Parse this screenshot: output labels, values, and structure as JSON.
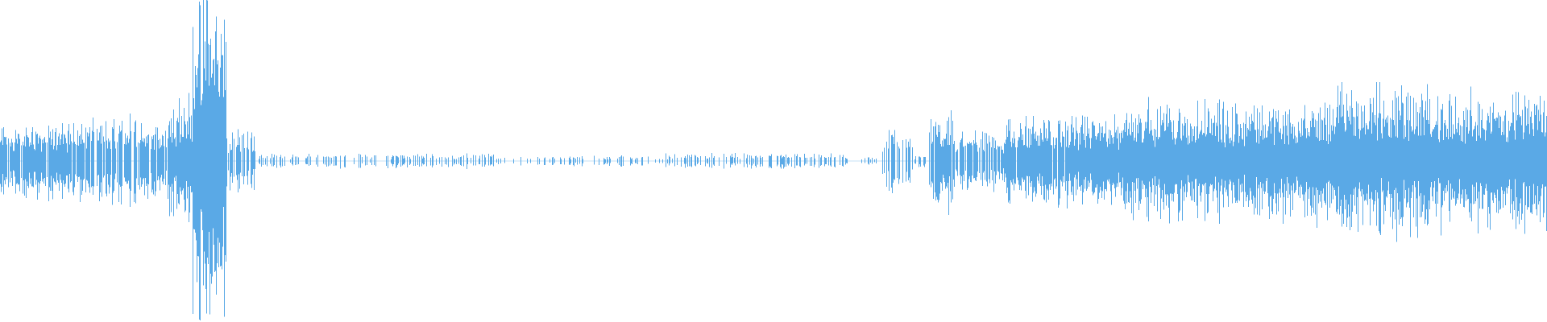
{
  "waveform": {
    "color": "#5aa9e6",
    "background": "#ffffff",
    "segments": [
      {
        "start": 0.0,
        "end": 0.046,
        "amp": 0.1,
        "density": 0.85
      },
      {
        "start": 0.046,
        "end": 0.088,
        "amp": 0.12,
        "density": 0.8
      },
      {
        "start": 0.088,
        "end": 0.108,
        "amp": 0.1,
        "density": 0.85
      },
      {
        "start": 0.108,
        "end": 0.124,
        "amp": 0.18,
        "density": 0.95
      },
      {
        "start": 0.124,
        "end": 0.146,
        "amp": 0.45,
        "density": 1.0
      },
      {
        "start": 0.146,
        "end": 0.165,
        "amp": 0.08,
        "density": 0.6
      },
      {
        "start": 0.165,
        "end": 0.32,
        "amp": 0.02,
        "density": 0.35
      },
      {
        "start": 0.32,
        "end": 0.43,
        "amp": 0.015,
        "density": 0.25
      },
      {
        "start": 0.43,
        "end": 0.545,
        "amp": 0.02,
        "density": 0.45
      },
      {
        "start": 0.545,
        "end": 0.57,
        "amp": 0.01,
        "density": 0.15
      },
      {
        "start": 0.57,
        "end": 0.59,
        "amp": 0.08,
        "density": 0.55
      },
      {
        "start": 0.59,
        "end": 0.6,
        "amp": 0.02,
        "density": 0.3
      },
      {
        "start": 0.6,
        "end": 0.616,
        "amp": 0.14,
        "density": 0.95
      },
      {
        "start": 0.616,
        "end": 0.65,
        "amp": 0.08,
        "density": 0.75
      },
      {
        "start": 0.65,
        "end": 0.725,
        "amp": 0.12,
        "density": 0.98
      },
      {
        "start": 0.725,
        "end": 0.75,
        "amp": 0.16,
        "density": 1.0
      },
      {
        "start": 0.75,
        "end": 0.86,
        "amp": 0.16,
        "density": 1.0
      },
      {
        "start": 0.86,
        "end": 0.925,
        "amp": 0.2,
        "density": 1.0
      },
      {
        "start": 0.925,
        "end": 1.0,
        "amp": 0.18,
        "density": 1.0
      }
    ]
  }
}
